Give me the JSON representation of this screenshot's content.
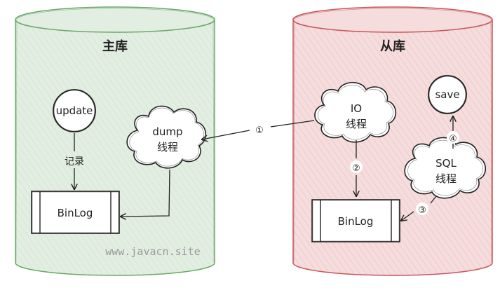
{
  "master": {
    "title": "主库",
    "update_label": "update",
    "record_label": "记录",
    "binlog_label": "BinLog",
    "dump_line1": "dump",
    "dump_line2": "线程",
    "watermark": "www.javacn.site"
  },
  "slave": {
    "title": "从库",
    "io_line1": "IO",
    "io_line2": "线程",
    "binlog_label": "BinLog",
    "sql_line1": "SQL",
    "sql_line2": "线程",
    "save_label": "save"
  },
  "steps": {
    "s1": "①",
    "s2": "②",
    "s3": "③",
    "s4": "④"
  },
  "colors": {
    "master_fill": "#e3eee2",
    "master_stroke": "#6aa86a",
    "slave_fill": "#f5dcdd",
    "slave_stroke": "#c8575a",
    "line": "#222222"
  }
}
